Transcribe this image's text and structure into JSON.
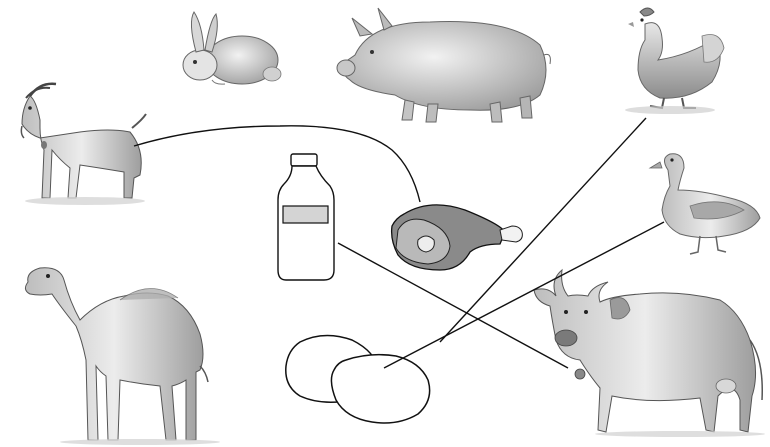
{
  "worksheet": {
    "type": "matching-activity",
    "items": [
      {
        "id": "rabbit",
        "icon": "rabbit-icon"
      },
      {
        "id": "pig",
        "icon": "pig-icon"
      },
      {
        "id": "hen",
        "icon": "hen-icon"
      },
      {
        "id": "goat",
        "icon": "goat-icon"
      },
      {
        "id": "duck",
        "icon": "duck-icon"
      },
      {
        "id": "milk-bottle",
        "icon": "milk-bottle-icon"
      },
      {
        "id": "meat",
        "icon": "meat-leg-icon"
      },
      {
        "id": "camel",
        "icon": "camel-icon"
      },
      {
        "id": "cow",
        "icon": "cow-icon"
      },
      {
        "id": "eggs",
        "icon": "eggs-icon"
      }
    ],
    "matches": [
      {
        "from": "goat",
        "to": "meat"
      },
      {
        "from": "milk-bottle",
        "to": "cow"
      },
      {
        "from": "hen",
        "to": "eggs"
      },
      {
        "from": "duck",
        "to": "eggs"
      }
    ],
    "colors": {
      "line": "#111111",
      "shade": "#9a9a9a",
      "light": "#dedede",
      "dark": "#555555"
    }
  }
}
